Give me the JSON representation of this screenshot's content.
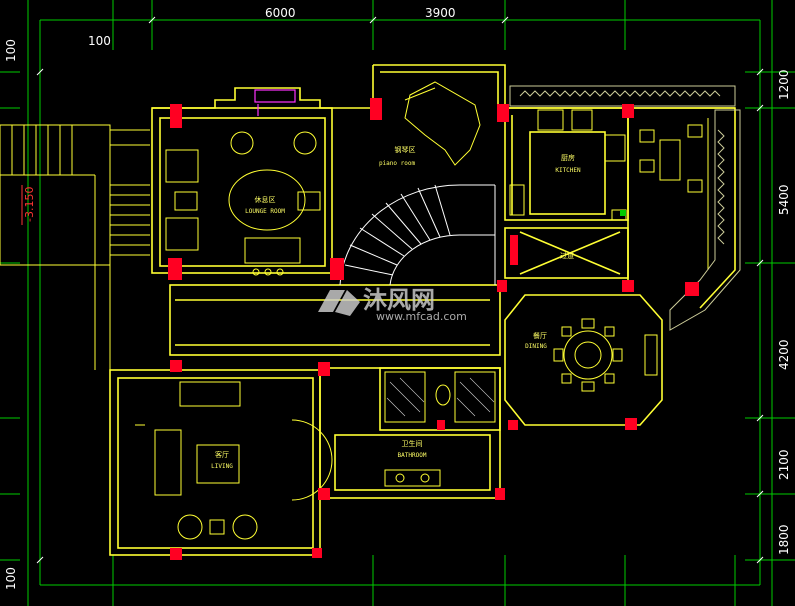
{
  "dimensions": {
    "top": [
      "6000",
      "3900"
    ],
    "left": [
      "100",
      "100",
      "100"
    ],
    "right": [
      "1200",
      "5400",
      "4200",
      "2100",
      "1800"
    ]
  },
  "level_marker": "-3.150",
  "rooms": {
    "lounge": {
      "cn": "休息区",
      "en": "LOUNGE ROOM"
    },
    "piano": {
      "cn": "钢琴区",
      "en": "piano room"
    },
    "kitchen": {
      "cn": "厨房",
      "en": "KITCHEN"
    },
    "corridor": {
      "cn": "过道",
      "en": ""
    },
    "dining": {
      "cn": "餐厅",
      "en": "DINING"
    },
    "bathroom": {
      "cn": "卫生间",
      "en": "BATHROOM"
    },
    "living": {
      "cn": "客厅",
      "en": "LIVING"
    }
  },
  "watermark": {
    "brand": "沐风网",
    "url": "www.mfcad.com"
  },
  "colors": {
    "background": "#000000",
    "grid": "#00cc00",
    "wall": "#ffff33",
    "column": "#ff0022",
    "dim_text": "#ffffff",
    "magenta": "#ff33ff"
  }
}
